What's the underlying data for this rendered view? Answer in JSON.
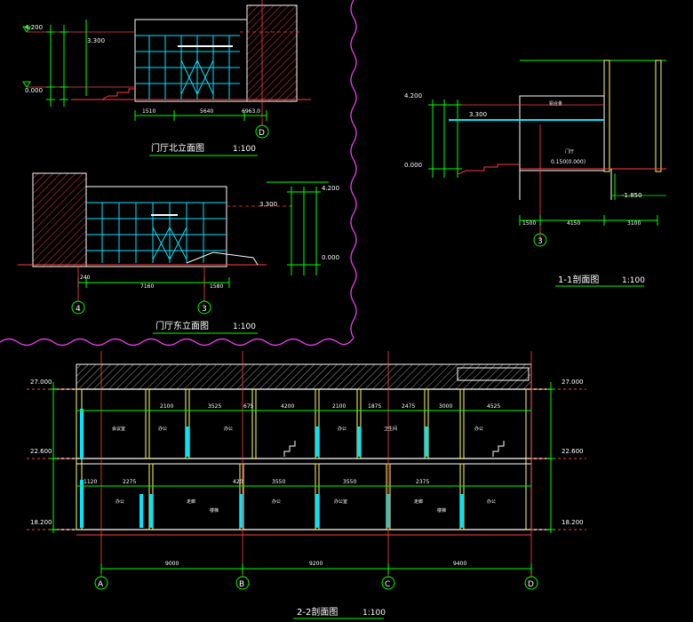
{
  "colors": {
    "background": "#000000",
    "wall": "#ffffff",
    "glazing": "#00e5ff",
    "dimension": "#00ff00",
    "axis": "#ff2020",
    "level": "#00ff00",
    "column": "#ffff66",
    "text": "#ffffff",
    "cloud": "#ff40ff",
    "steps": "#ff3050"
  },
  "north_elevation": {
    "title": "门厅北立面图",
    "scale": "1:100",
    "levels": [
      "4.200",
      "3.300",
      "0.000"
    ],
    "dims_bottom": [
      "1510",
      "5640",
      "6963.0"
    ],
    "axis": "D"
  },
  "east_elevation": {
    "title": "门厅东立面图",
    "scale": "1:100",
    "levels": [
      "4.200",
      "3.300",
      "0.000"
    ],
    "dims_bottom": [
      "240",
      "7160",
      "1580"
    ],
    "axes": [
      "4",
      "3"
    ]
  },
  "section_11": {
    "title": "1-1剖面图",
    "scale": "1:100",
    "levels": [
      "4.200",
      "3.300",
      "0.000",
      "-1.850"
    ],
    "dims_bottom": [
      "1500",
      "4150",
      "3100"
    ],
    "axis": "3",
    "labels": [
      "铝合金",
      "门厅",
      "0.150(0.000)"
    ]
  },
  "section_22": {
    "title": "2-2剖面图",
    "scale": "1:100",
    "levels_left": [
      "27.000",
      "22.600",
      "18.200"
    ],
    "levels_right": [
      "27.000",
      "22.600",
      "18.200"
    ],
    "upper_dims": [
      "2100",
      "3525",
      "675",
      "4200",
      "2100",
      "1875",
      "2475",
      "3000",
      "4525"
    ],
    "lower_dims": [
      "1120",
      "2275",
      "420",
      "3550",
      "3550",
      "2375"
    ],
    "bottom_dims": [
      "9000",
      "9200",
      "9400"
    ],
    "axes": [
      "A",
      "B",
      "C",
      "D"
    ],
    "room_labels_upper": [
      "会议室",
      "办公",
      "办公",
      "办公",
      "卫生间",
      "办公"
    ],
    "room_labels_lower": [
      "办公",
      "走廊",
      "办公",
      "办公室",
      "走廊",
      "办公"
    ],
    "stair_labels": [
      "楼梯",
      "楼梯"
    ]
  }
}
